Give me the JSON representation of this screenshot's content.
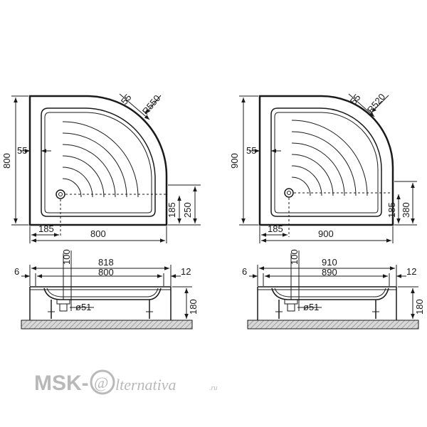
{
  "left_plan": {
    "label_height": "800",
    "label_rim_side": "55",
    "label_rim_arc": "55",
    "label_radius": "R550",
    "label_drain_x": "185",
    "label_width": "800",
    "label_drain_y": "185",
    "label_arc_start": "250"
  },
  "right_plan": {
    "label_height": "900",
    "label_rim_side": "55",
    "label_rim_arc": "55",
    "label_radius": "R520",
    "label_drain_x": "185",
    "label_width": "900",
    "label_drain_y": "185",
    "label_arc_start": "380"
  },
  "left_section": {
    "label_drain_offset": "100",
    "label_outer_width": "818",
    "label_inner_width": "800",
    "label_left_gap": "6",
    "label_right_gap": "12",
    "label_drain_diameter": "ø51",
    "label_height": "180"
  },
  "right_section": {
    "label_drain_offset": "100",
    "label_outer_width": "910",
    "label_inner_width": "890",
    "label_left_gap": "6",
    "label_right_gap": "12",
    "label_drain_diameter": "ø51",
    "label_height": "180"
  },
  "watermark": {
    "brand": "MSK-",
    "at_sign": "@",
    "name": "lternativa",
    "tld": ".ru"
  },
  "colors": {
    "line": "#1a1a1a",
    "watermark": "#b9b9b9",
    "ground": "#9a9a9a"
  }
}
